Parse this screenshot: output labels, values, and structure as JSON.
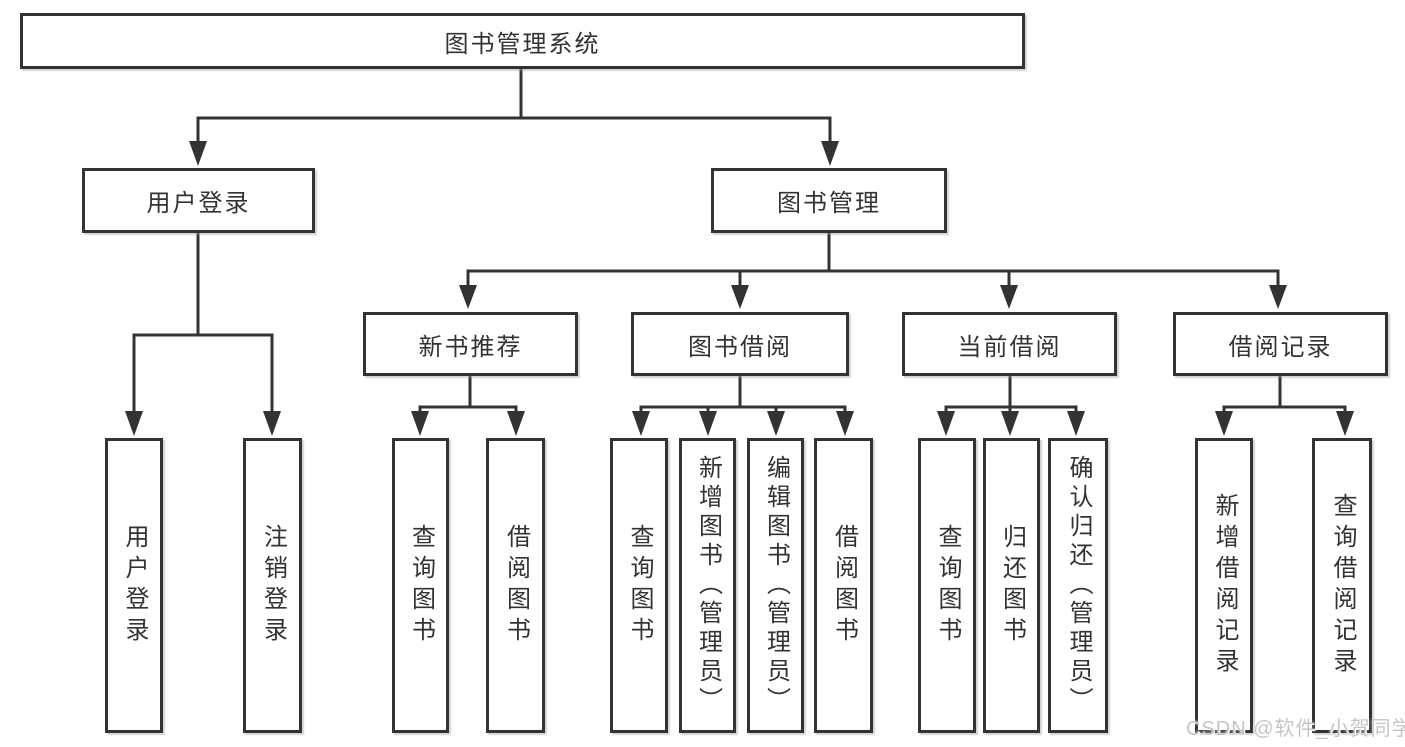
{
  "diagram": {
    "type": "hierarchy-tree",
    "root": {
      "label": "图书管理系统",
      "children": [
        {
          "label": "用户登录",
          "children": [
            {
              "label": "用户登录"
            },
            {
              "label": "注销登录"
            }
          ]
        },
        {
          "label": "图书管理",
          "children": [
            {
              "label": "新书推荐",
              "children": [
                {
                  "label": "查询图书"
                },
                {
                  "label": "借阅图书"
                }
              ]
            },
            {
              "label": "图书借阅",
              "children": [
                {
                  "label": "查询图书"
                },
                {
                  "label": "新增图书（管理员）"
                },
                {
                  "label": "编辑图书（管理员）"
                },
                {
                  "label": "借阅图书"
                }
              ]
            },
            {
              "label": "当前借阅",
              "children": [
                {
                  "label": "查询图书"
                },
                {
                  "label": "归还图书"
                },
                {
                  "label": "确认归还（管理员）"
                }
              ]
            },
            {
              "label": "借阅记录",
              "children": [
                {
                  "label": "新增借阅记录"
                },
                {
                  "label": "查询借阅记录"
                }
              ]
            }
          ]
        }
      ]
    }
  },
  "watermark": {
    "text": "CSDN @软件_小贺同学",
    "color": "#c5c5c5"
  },
  "colors": {
    "line": "#333333",
    "box_border": "#333333",
    "box_fill": "#ffffff",
    "text": "#333333",
    "background": "#ffffff"
  }
}
